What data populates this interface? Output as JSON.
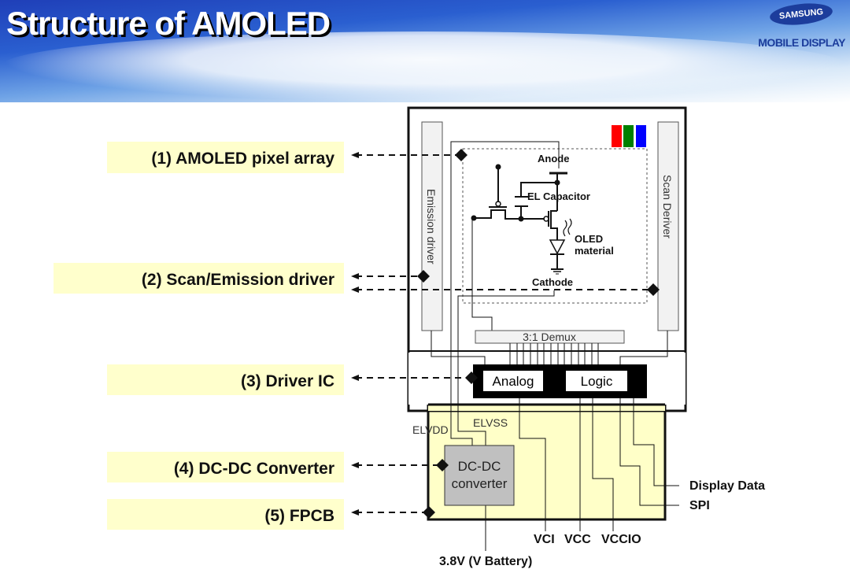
{
  "header": {
    "title": "Structure of AMOLED",
    "logo_text": "SAMSUNG",
    "logo_subtitle": "MOBILE DISPLAY"
  },
  "labels": [
    {
      "text": "(1) AMOLED pixel array"
    },
    {
      "text": "(2) Scan/Emission driver"
    },
    {
      "text": "(3) Driver IC"
    },
    {
      "text": "(4) DC-DC Converter"
    },
    {
      "text": "(5) FPCB"
    }
  ],
  "panel": {
    "emission_driver": "Emission driver",
    "scan_driver": "Scan Deriver",
    "demux": "3:1 Demux",
    "anode": "Anode",
    "el_capacitor": "EL Capacitor",
    "oled_line1": "OLED",
    "oled_line2": "material",
    "cathode": "Cathode",
    "rgb_colors": [
      "#ff0000",
      "#008000",
      "#0000ff"
    ]
  },
  "driver_ic": {
    "analog": "Analog",
    "logic": "Logic"
  },
  "fpcb": {
    "elvdd": "ELVDD",
    "elvss": "ELVSS",
    "dcdc_line1": "DC-DC",
    "dcdc_line2": "converter",
    "display_data": "Display Data",
    "spi": "SPI",
    "vci": "VCI",
    "vcc": "VCC",
    "vccio": "VCCIO",
    "battery": "3.8V (V Battery)"
  }
}
